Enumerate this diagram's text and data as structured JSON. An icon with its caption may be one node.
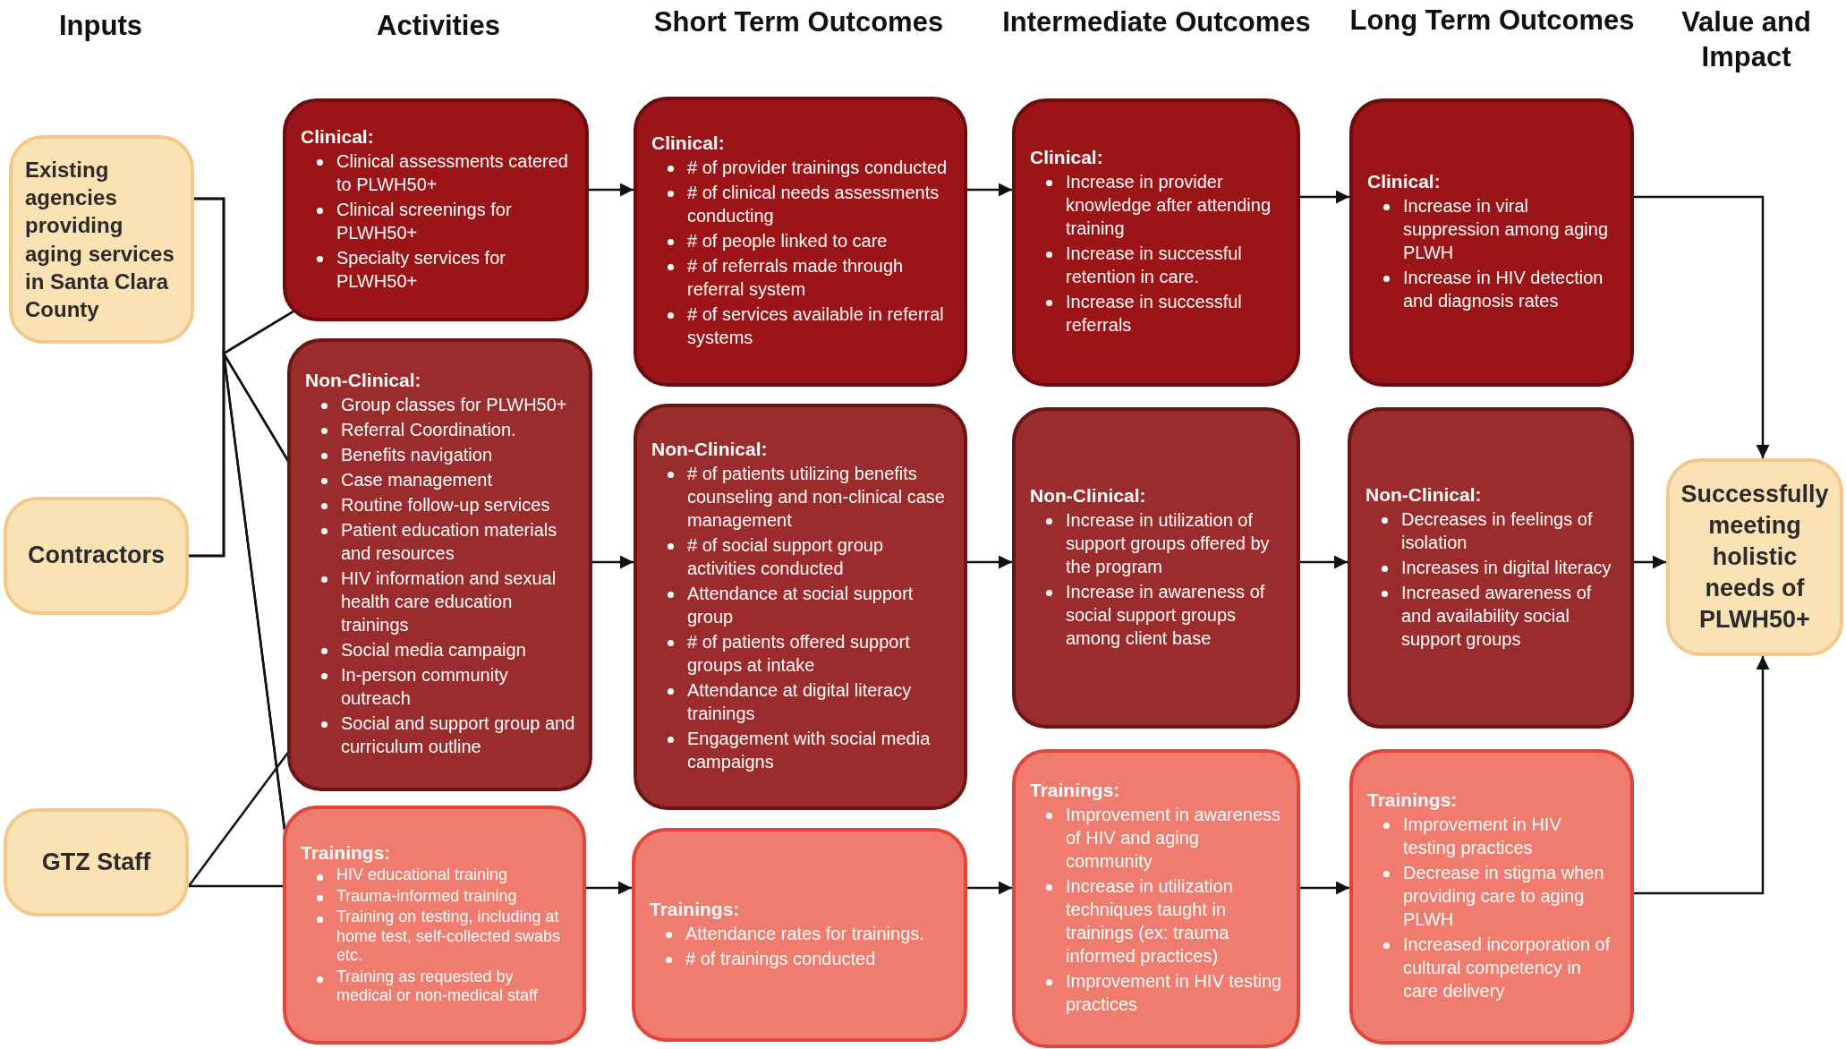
{
  "diagram": {
    "nodes": [
      {
        "text": [
          "Existing agencies providing aging services in Santa Clara County"
        ]
      },
      {
        "text": [
          "Contractors"
        ]
      },
      {
        "text": [
          "GTZ Staff"
        ]
      },
      {
        "text": [
          "Clinical:",
          "Clinical assessments catered to PLWH50+",
          "Clinical screenings for PLWH50+",
          "Specialty services for PLWH50+"
        ]
      },
      {
        "text": [
          "Non-Clinical:",
          "Group classes for PLWH50+",
          "Referral Coordination.",
          "Benefits navigation",
          "Case management",
          "Routine follow-up services",
          "Patient education materials and resources",
          "HIV information and sexual health care education trainings",
          "Social media campaign",
          "In-person community outreach",
          "Social and support group and curriculum outline"
        ]
      },
      {
        "text": [
          "Trainings:",
          "HIV educational training",
          "Trauma-informed training",
          "Training on testing, including at home test, self-collected swabs etc.",
          "Training as requested by medical or non-medical staff"
        ]
      },
      {
        "text": [
          "Clinical:",
          "# of provider trainings conducted",
          "# of clinical needs assessments conducting",
          "# of people linked to care",
          "# of referrals made through referral system",
          "# of services available in referral systems"
        ]
      },
      {
        "text": [
          "Non-Clinical:",
          "# of patients utilizing benefits counseling and non-clinical case management",
          "# of social support group activities conducted",
          "Attendance at social support group",
          "# of patients offered support groups at intake",
          "Attendance at digital literacy trainings",
          "Engagement with social media campaigns"
        ]
      },
      {
        "text": [
          "Trainings:",
          "Attendance rates for trainings.",
          "# of trainings conducted"
        ]
      },
      {
        "text": [
          "Clinical:",
          "Increase in provider knowledge after attending training",
          "Increase in successful retention in care.",
          "Increase in successful referrals"
        ]
      },
      {
        "text": [
          "Non-Clinical:",
          "Increase in utilization of support groups offered by the program",
          "Increase in awareness of social support groups among client base"
        ]
      },
      {
        "text": [
          "Trainings:",
          "Improvement in awareness of HIV and aging community",
          "Increase in utilization techniques taught in trainings (ex: trauma informed practices)",
          "Improvement in HIV testing practices"
        ]
      },
      {
        "text": [
          "Clinical:",
          "Increase in viral suppression among aging PLWH",
          "Increase in HIV detection and diagnosis rates"
        ]
      },
      {
        "text": [
          "Non-Clinical:",
          "Decreases in feelings of isolation",
          "Increases in digital literacy",
          "Increased awareness of and availability social support groups"
        ]
      },
      {
        "text": [
          "Trainings:",
          "Improvement in HIV testing practices",
          "Decrease in stigma when providing care to aging PLWH",
          "Increased incorporation of cultural competency in care delivery"
        ]
      },
      {
        "text": [
          "Successfully meeting holistic needs of PLWH50+"
        ]
      }
    ],
    "edges": [
      {
        "from": 0,
        "to": 3,
        "arrow": "none"
      },
      {
        "from": 0,
        "to": 4,
        "arrow": "none"
      },
      {
        "from": 0,
        "to": 5,
        "arrow": "none"
      },
      {
        "from": 1,
        "to": 3,
        "arrow": "none"
      },
      {
        "from": 1,
        "to": 4,
        "arrow": "none"
      },
      {
        "from": 1,
        "to": 5,
        "arrow": "none"
      },
      {
        "from": 2,
        "to": 4,
        "arrow": "none"
      },
      {
        "from": 2,
        "to": 5,
        "arrow": "none"
      },
      {
        "from": 3,
        "to": 6,
        "arrow": "to"
      },
      {
        "from": 4,
        "to": 7,
        "arrow": "to"
      },
      {
        "from": 5,
        "to": 8,
        "arrow": "to"
      },
      {
        "from": 6,
        "to": 9,
        "arrow": "to"
      },
      {
        "from": 7,
        "to": 10,
        "arrow": "to"
      },
      {
        "from": 8,
        "to": 11,
        "arrow": "to"
      },
      {
        "from": 9,
        "to": 12,
        "arrow": "to"
      },
      {
        "from": 10,
        "to": 13,
        "arrow": "to"
      },
      {
        "from": 11,
        "to": 14,
        "arrow": "to"
      },
      {
        "from": 12,
        "to": 15,
        "arrow": "to"
      },
      {
        "from": 13,
        "to": 15,
        "arrow": "to"
      },
      {
        "from": 14,
        "to": 15,
        "arrow": "to"
      }
    ],
    "labels": [
      "Inputs",
      "Activities",
      "Short Term Outcomes",
      "Intermediate Outcomes",
      "Long Term Outcomes",
      "Value and Impact"
    ]
  }
}
